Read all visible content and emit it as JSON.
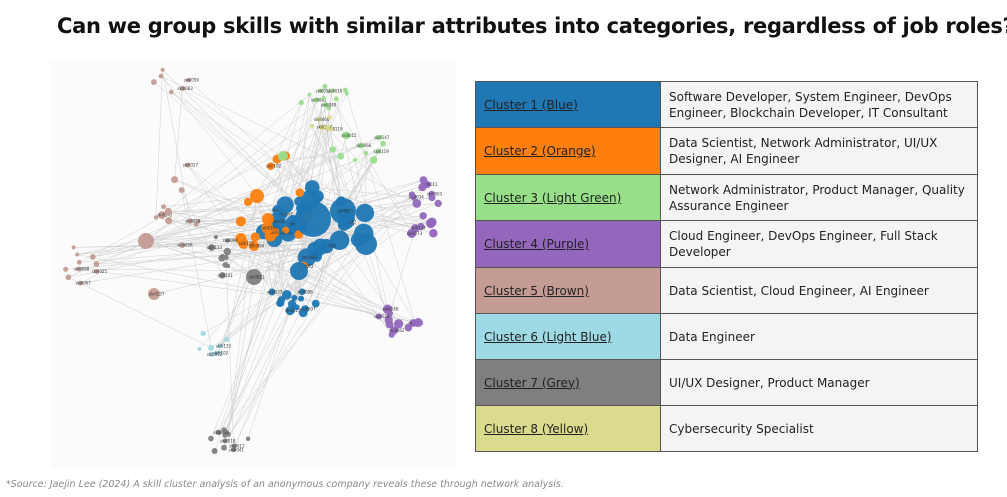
{
  "slide": {
    "title": "Can we group skills with similar attributes into categories, regardless of job roles?",
    "source": "*Source: Jaejin Lee (2024) A skill cluster analysis of an anonymous company reveals these through network analysis."
  },
  "clusters": [
    {
      "name": "Cluster 1 (Blue)",
      "roles": "Software Developer, System Engineer, DevOps Engineer, Blockchain Developer, IT Consultant",
      "color": "#1f77b4"
    },
    {
      "name": "Cluster 2 (Orange)",
      "roles": "Data Scientist, Network Administrator, UI/UX Designer, AI Engineer",
      "color": "#ff7f0e"
    },
    {
      "name": "Cluster 3 (Light Green)",
      "roles": "Network Administrator, Product Manager, Quality Assurance Engineer",
      "color": "#98df8a"
    },
    {
      "name": "Cluster 4 (Purple)",
      "roles": "Cloud Engineer, DevOps Engineer, Full Stack Developer",
      "color": "#9467bd"
    },
    {
      "name": "Cluster 5 (Brown)",
      "roles": "Data Scientist, Cloud Engineer, AI Engineer",
      "color": "#c49c94"
    },
    {
      "name": "Cluster 6 (Light Blue)",
      "roles": "Data Engineer",
      "color": "#9edae5"
    },
    {
      "name": "Cluster 7 (Grey)",
      "roles": "UI/UX Designer, Product Manager",
      "color": "#7f7f7f"
    },
    {
      "name": "Cluster 8 (Yellow)",
      "roles": "Cybersecurity Specialist",
      "color": "#dbdb8d"
    }
  ],
  "network": {
    "node_labels": [
      "skill034",
      "skill056",
      "skill012",
      "skill003",
      "skill027",
      "skill041",
      "skill073",
      "skill088",
      "skill018",
      "skill062",
      "skill025",
      "skill049",
      "skill091",
      "skill007",
      "skill066",
      "skill038",
      "skill102",
      "skill119",
      "skill124",
      "skill133",
      "skill147",
      "skill059",
      "skill072",
      "skill015",
      "skill083",
      "skill094",
      "skill011",
      "skill029",
      "skill101",
      "skill137",
      "skill142",
      "skill113"
    ]
  }
}
